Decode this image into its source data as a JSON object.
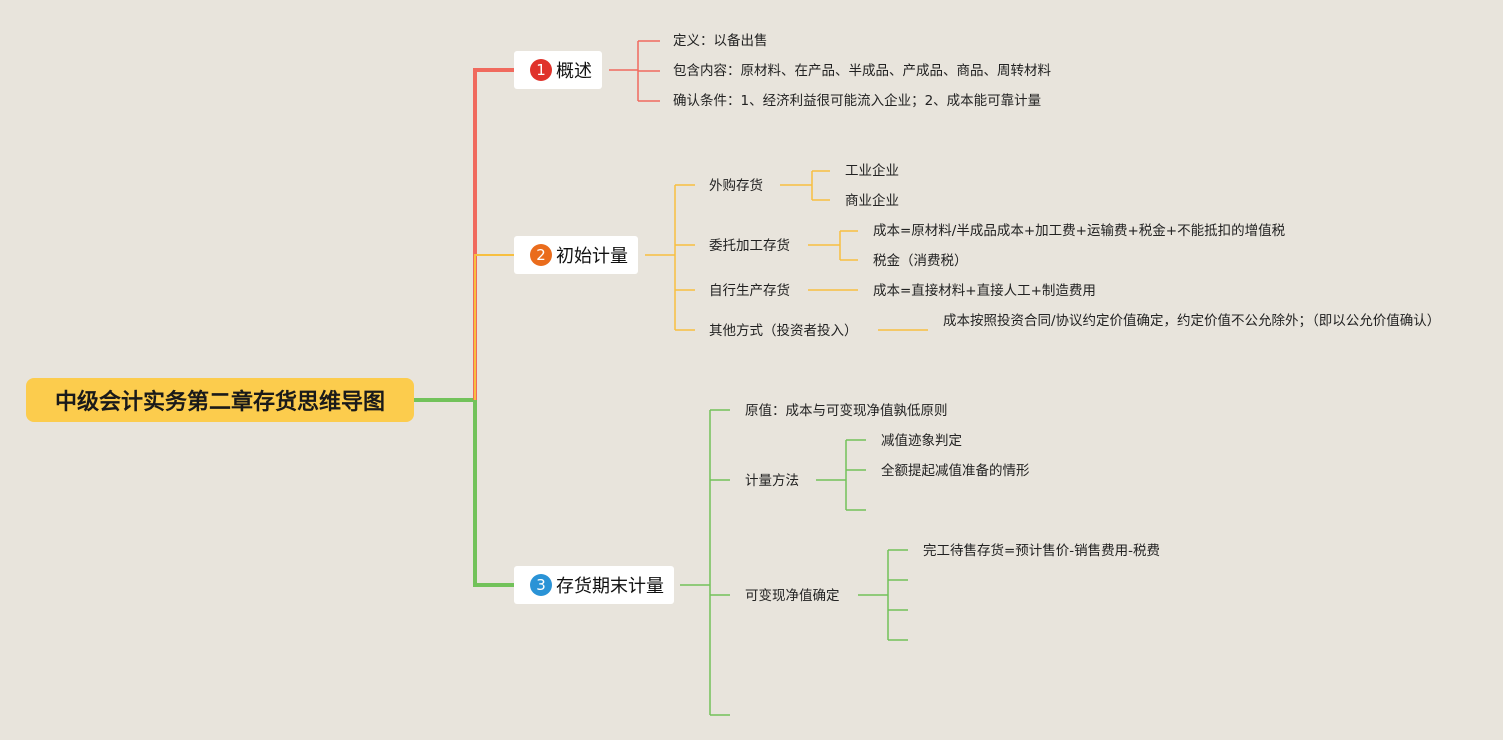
{
  "colors": {
    "background": "#e8e4dc",
    "root": "#fccc4d",
    "branch1": "#f06a5e",
    "branch2": "#f7bf40",
    "branch3": "#72c25a",
    "badge1": "#e0322b",
    "badge2": "#ea6c1c",
    "badge3": "#2a93d6"
  },
  "root": {
    "label": "中级会计实务第二章存货思维导图"
  },
  "topics": [
    {
      "num": "1",
      "label": "概述",
      "items": [
        "定义：以备出售",
        "包含内容：原材料、在产品、半成品、产成品、商品、周转材料",
        "确认条件：1、经济利益很可能流入企业；2、成本能可靠计量"
      ]
    },
    {
      "num": "2",
      "label": "初始计量",
      "items": [
        {
          "label": "外购存货",
          "children": [
            "工业企业",
            "商业企业"
          ]
        },
        {
          "label": "委托加工存货",
          "children": [
            "成本=原材料/半成品成本+加工费+运输费+税金+不能抵扣的增值税",
            "税金（消费税）"
          ]
        },
        {
          "label": "自行生产存货",
          "children": [
            "成本=直接材料+直接人工+制造费用"
          ]
        },
        {
          "label": "其他方式（投资者投入）",
          "children": [
            "成本按照投资合同/协议约定价值确定，约定价值不公允除外；（即以公允价值确认）"
          ]
        }
      ]
    },
    {
      "num": "3",
      "label": "存货期末计量",
      "items": [
        {
          "label": "原值：成本与可变现净值孰低原则"
        },
        {
          "label": "计量方法",
          "children": [
            "减值迹象判定",
            "全额提起减值准备的情形",
            ""
          ]
        },
        {
          "label": "可变现净值确定",
          "children": [
            "完工待售存货=预计售价-销售费用-税费",
            "",
            "",
            ""
          ]
        },
        {
          "label": ""
        }
      ]
    }
  ]
}
